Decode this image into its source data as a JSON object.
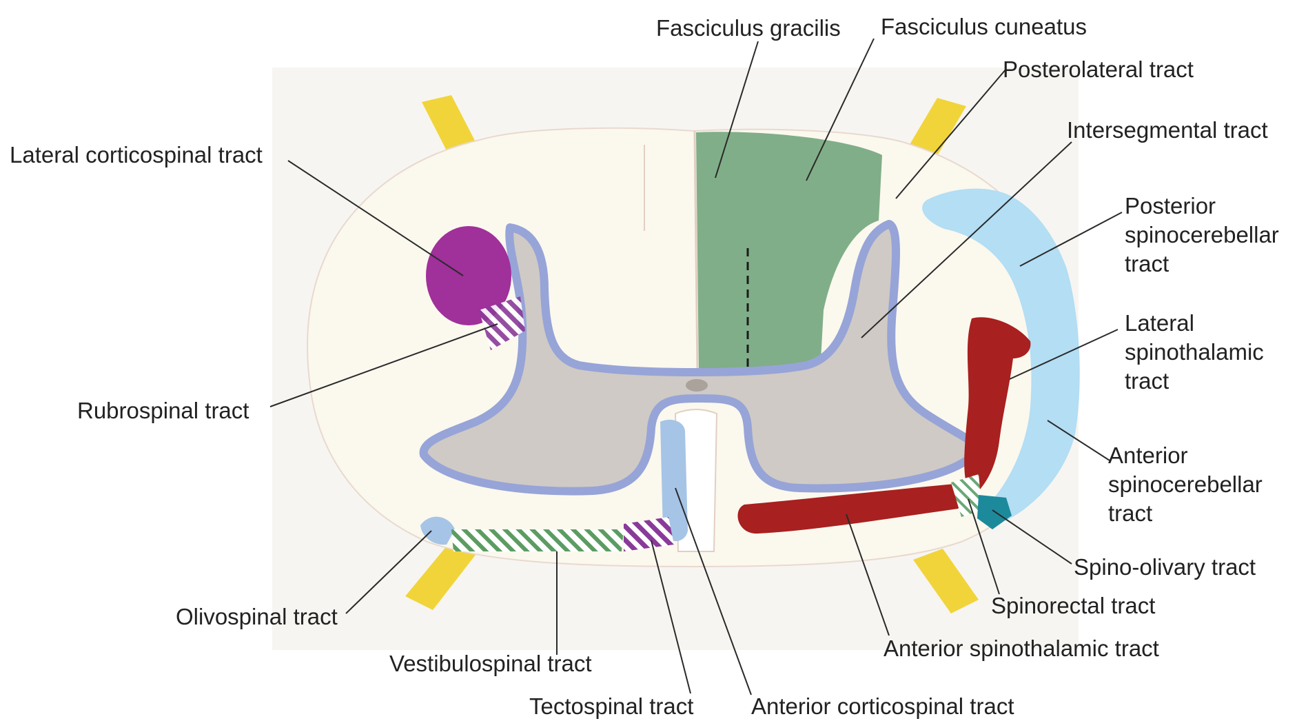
{
  "colors": {
    "background": "#ffffff",
    "panel": "#f7f5f1",
    "white_matter": "#fbf8ee",
    "gray_matter": "#cfcac5",
    "gray_border": "#97a4d8",
    "fasciculus": "#80ae88",
    "nerve_root": "#f1d43a",
    "lateral_corticospinal": "#a0309a",
    "spinothalamic": "#a8201f",
    "spinocerebellar": "#b3def4",
    "anterior_corticospinal": "#a6c4e6",
    "spino_olivary": "#1d8a9c",
    "hatch_purple": "#8a3a98",
    "hatch_green": "#5c9c62",
    "leader": "#2a2a2a"
  },
  "labels": {
    "fasciculus_gracilis": "Fasciculus gracilis",
    "fasciculus_cuneatus": "Fasciculus cuneatus",
    "posterolateral_tract": "Posterolateral tract",
    "intersegmental_tract": "Intersegmental tract",
    "posterior_spinocerebellar_tract": "Posterior\nspinocerebellar\ntract",
    "lateral_spinothalamic_tract": "Lateral\nspinothalamic\ntract",
    "anterior_spinocerebellar_tract": "Anterior\nspinocerebellar\ntract",
    "spino_olivary_tract": "Spino-olivary tract",
    "spinorectal_tract": "Spinorectal tract",
    "anterior_spinothalamic_tract": "Anterior spinothalamic tract",
    "anterior_corticospinal_tract": "Anterior corticospinal tract",
    "tectospinal_tract": "Tectospinal tract",
    "vestibulospinal_tract": "Vestibulospinal tract",
    "olivospinal_tract": "Olivospinal tract",
    "rubrospinal_tract": "Rubrospinal tract",
    "lateral_corticospinal_tract": "Lateral corticospinal tract"
  }
}
